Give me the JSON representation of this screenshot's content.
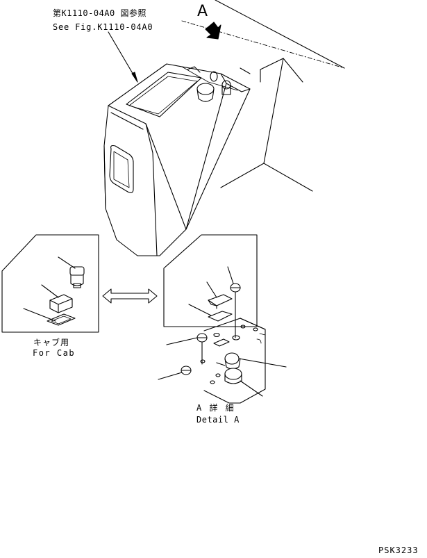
{
  "labels": {
    "reference_ja": "第K1110-04A0 図参照",
    "reference_en": "See Fig.K1110-04A0",
    "view_mark": "A",
    "cab_ja": "キャブ用",
    "cab_en": "For Cab",
    "detail_ja": "A 詳 細",
    "detail_en": "Detail A",
    "drawing_code": "PSK3233"
  },
  "colors": {
    "line": "#000000",
    "background": "#ffffff"
  }
}
